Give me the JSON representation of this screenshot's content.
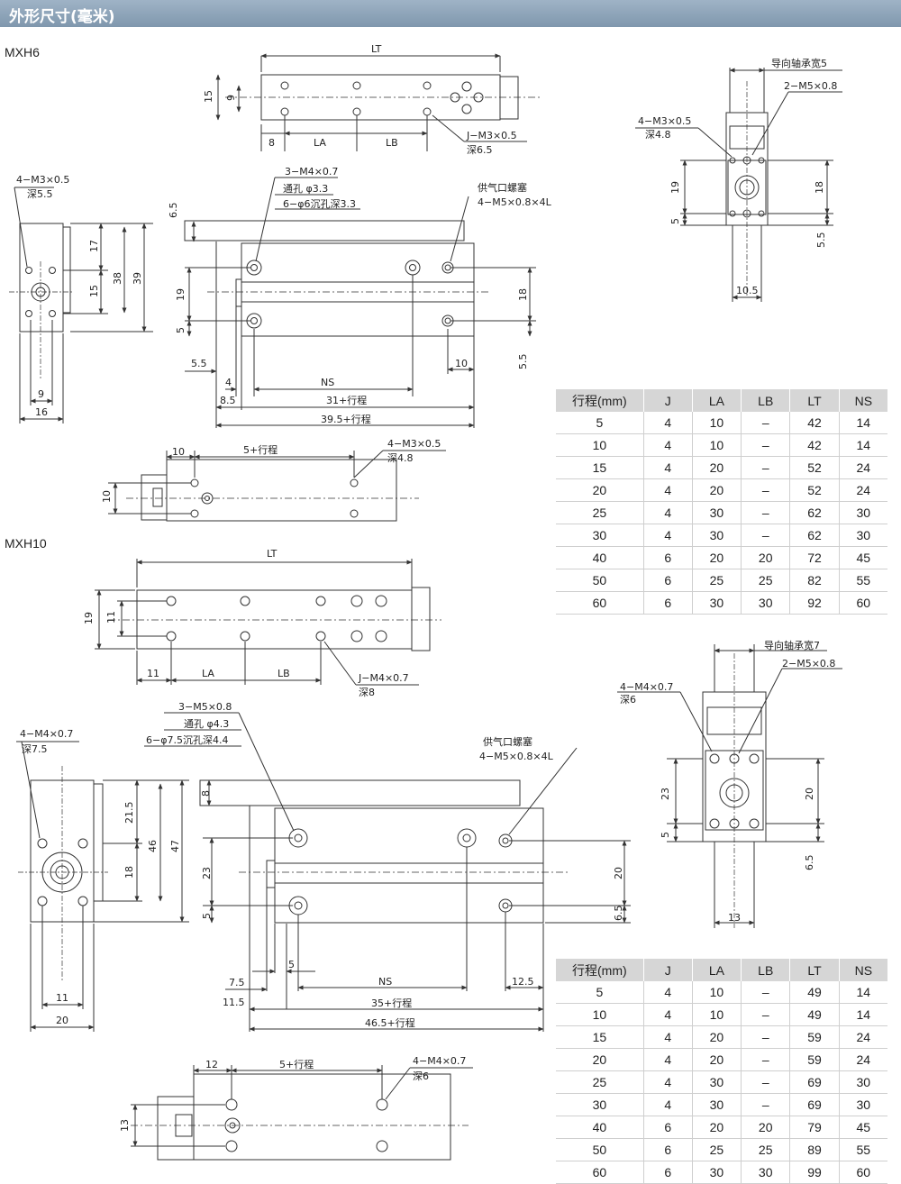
{
  "header": {
    "title": "外形尺寸(毫米)"
  },
  "models": [
    {
      "name": "MXH6",
      "labels": {
        "lt": "LT",
        "d15": "15",
        "d9": "9",
        "d8": "8",
        "la": "LA",
        "lb": "LB",
        "tap_j": "J−M3×0.5",
        "tap_j_depth": "深6.5",
        "side_tap": "4−M3×0.5",
        "side_tap_depth": "深5.5",
        "s17": "17",
        "s38": "38",
        "s39": "39",
        "s15": "15",
        "s9": "9",
        "s16": "16",
        "h1": "3−M4×0.7",
        "h2": "通孔 φ3.3",
        "h3": "6−φ6沉孔深3.3",
        "port1": "供气口螺塞",
        "port2": "4−M5×0.8×4L",
        "f65": "6.5",
        "f19": "19",
        "f5": "5",
        "f55": "5.5",
        "f4": "4",
        "f85": "8.5",
        "ns": "NS",
        "f31": "31+行程",
        "f395": "39.5+行程",
        "f10": "10",
        "f18": "18",
        "f55b": "5.5",
        "b10": "10",
        "b5": "5+行程",
        "btap": "4−M3×0.5",
        "bdepth": "深4.8",
        "bh10": "10",
        "e1": "导向轴承宽5",
        "e2": "2−M5×0.8",
        "e3": "4−M3×0.5",
        "e4": "深4.8",
        "e19": "19",
        "e5": "5",
        "e18": "18",
        "e55": "5.5",
        "e105": "10.5"
      },
      "table": {
        "headers": [
          "行程(mm)",
          "J",
          "LA",
          "LB",
          "LT",
          "NS"
        ],
        "rows": [
          [
            "5",
            "4",
            "10",
            "–",
            "42",
            "14"
          ],
          [
            "10",
            "4",
            "10",
            "–",
            "42",
            "14"
          ],
          [
            "15",
            "4",
            "20",
            "–",
            "52",
            "24"
          ],
          [
            "20",
            "4",
            "20",
            "–",
            "52",
            "24"
          ],
          [
            "25",
            "4",
            "30",
            "–",
            "62",
            "30"
          ],
          [
            "30",
            "4",
            "30",
            "–",
            "62",
            "30"
          ],
          [
            "40",
            "6",
            "20",
            "20",
            "72",
            "45"
          ],
          [
            "50",
            "6",
            "25",
            "25",
            "82",
            "55"
          ],
          [
            "60",
            "6",
            "30",
            "30",
            "92",
            "60"
          ]
        ]
      }
    },
    {
      "name": "MXH10",
      "labels": {
        "lt": "LT",
        "d19": "19",
        "d11": "11",
        "d11b": "11",
        "la": "LA",
        "lb": "LB",
        "tap_j": "J−M4×0.7",
        "tap_j_depth": "深8",
        "side_tap": "4−M4×0.7",
        "side_tap_depth": "深7.5",
        "s215": "21.5",
        "s46": "46",
        "s47": "47",
        "s18": "18",
        "s11": "11",
        "s20": "20",
        "h1": "3−M5×0.8",
        "h2": "通孔 φ4.3",
        "h3": "6−φ7.5沉孔深4.4",
        "port1": "供气口螺塞",
        "port2": "4−M5×0.8×4L",
        "f8": "8",
        "f23": "23",
        "f5": "5",
        "f75": "7.5",
        "f5b": "5",
        "f115": "11.5",
        "ns": "NS",
        "f35": "35+行程",
        "f465": "46.5+行程",
        "f125": "12.5",
        "f20": "20",
        "f65": "6.5",
        "b12": "12",
        "b5": "5+行程",
        "btap": "4−M4×0.7",
        "bdepth": "深6",
        "bh13": "13",
        "e1": "导向轴承宽7",
        "e2": "2−M5×0.8",
        "e3": "4−M4×0.7",
        "e4": "深6",
        "e23": "23",
        "e5": "5",
        "e20": "20",
        "e65": "6.5",
        "e13": "13"
      },
      "table": {
        "headers": [
          "行程(mm)",
          "J",
          "LA",
          "LB",
          "LT",
          "NS"
        ],
        "rows": [
          [
            "5",
            "4",
            "10",
            "–",
            "49",
            "14"
          ],
          [
            "10",
            "4",
            "10",
            "–",
            "49",
            "14"
          ],
          [
            "15",
            "4",
            "20",
            "–",
            "59",
            "24"
          ],
          [
            "20",
            "4",
            "20",
            "–",
            "59",
            "24"
          ],
          [
            "25",
            "4",
            "30",
            "–",
            "69",
            "30"
          ],
          [
            "30",
            "4",
            "30",
            "–",
            "69",
            "30"
          ],
          [
            "40",
            "6",
            "20",
            "20",
            "79",
            "45"
          ],
          [
            "50",
            "6",
            "25",
            "25",
            "89",
            "55"
          ],
          [
            "60",
            "6",
            "30",
            "30",
            "99",
            "60"
          ]
        ]
      }
    }
  ]
}
